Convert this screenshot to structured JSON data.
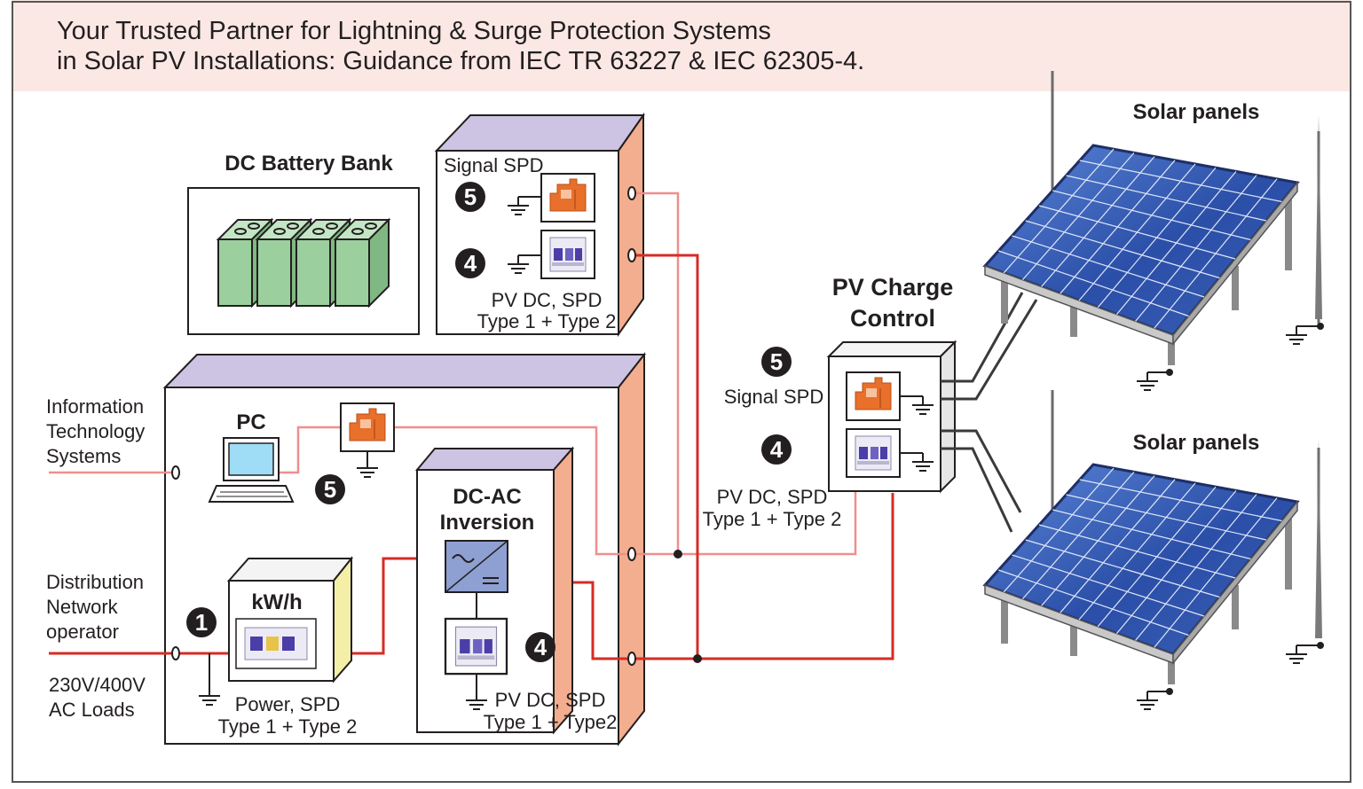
{
  "header": {
    "line1": "Your Trusted Partner for Lightning & Surge Protection Systems",
    "line2": "in Solar PV Installations: Guidance from IEC TR 63227 & IEC 62305-4."
  },
  "labels": {
    "dc_battery_bank": "DC Battery Bank",
    "signal_spd_top": "Signal SPD",
    "pv_dc_spd_top_1": "PV DC, SPD",
    "pv_dc_spd_top_2": "Type 1 + Type 2",
    "pc": "PC",
    "info_tech_1": "Information",
    "info_tech_2": "Technology",
    "info_tech_3": "Systems",
    "distribution_1": "Distribution",
    "distribution_2": "Network",
    "distribution_3": "operator",
    "ac_loads_1": "230V/400V",
    "ac_loads_2": "AC Loads",
    "kwh": "kW/h",
    "power_spd_1": "Power, SPD",
    "power_spd_2": "Type 1 + Type 2",
    "dcac_1": "DC-AC",
    "dcac_2": "Inversion",
    "pv_dc_spd_inv_1": "PV DC, SPD",
    "pv_dc_spd_inv_2": "Type 1 + Type2",
    "pv_charge_1": "PV Charge",
    "pv_charge_2": "Control",
    "signal_spd_right": "Signal SPD",
    "pv_dc_spd_right_1": "PV DC, SPD",
    "pv_dc_spd_right_2": "Type 1 + Type 2",
    "solar_panels_top": "Solar panels",
    "solar_panels_bottom": "Solar panels"
  },
  "markers": {
    "signal_top": "5",
    "pv_dc_top": "4",
    "pc_signal": "5",
    "power": "1",
    "inverter": "4",
    "charge_signal": "5",
    "charge_pv_dc": "4"
  },
  "colors": {
    "header_bg": "#fbe8e4",
    "box_top": "#cdc4e3",
    "box_side": "#f2ae8e",
    "meter_side": "#f3efa6",
    "red_line": "#d62c25",
    "pink_line": "#ef8e8e",
    "battery": "#9ccf9e",
    "spd_orange": "#e8702a",
    "spd_white": "#ecebf5",
    "panel_blue": "#2b4fa8"
  }
}
